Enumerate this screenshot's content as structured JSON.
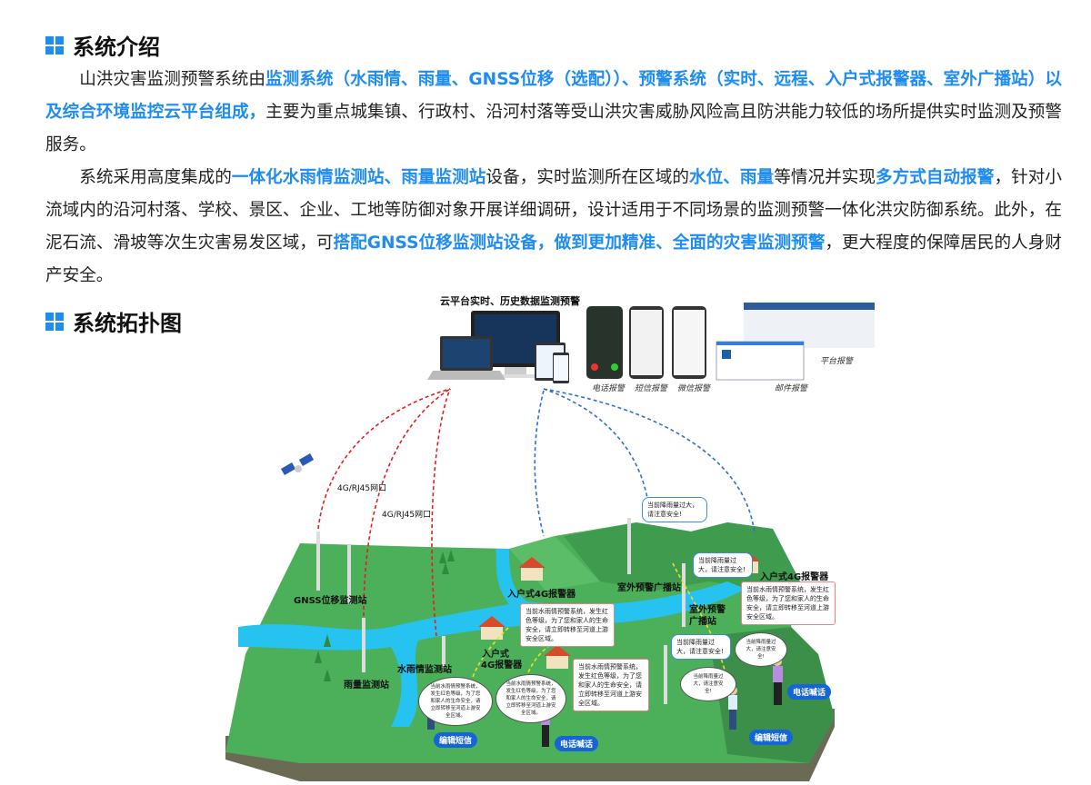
{
  "section1": {
    "title": "系统介绍",
    "icon": "grid-squares-icon"
  },
  "para1": [
    {
      "t": "山洪灾害监测预警系统由",
      "b": false
    },
    {
      "t": "监测系统（水雨情、雨量、GNSS位移（选配））、预警系统（实时、远程、入户式报警器、室外广播站）以及综合环境监控云平台组成，",
      "b": true
    },
    {
      "t": "主要为重点城集镇、行政村、沿河村落等受山洪灾害威胁风险高且防洪能力较低的场所提供实时监测及预警服务。",
      "b": false
    }
  ],
  "para2": [
    {
      "t": "系统采用高度集成的",
      "b": false
    },
    {
      "t": "一体化水雨情监测站、雨量监测站",
      "b": true
    },
    {
      "t": "设备，实时监测所在区域的",
      "b": false
    },
    {
      "t": "水位、雨量",
      "b": true
    },
    {
      "t": "等情况并实现",
      "b": false
    },
    {
      "t": "多方式自动报警",
      "b": true
    },
    {
      "t": "，针对小流域内的沿河村落、学校、景区、企业、工地等防御对象开展详细调研，设计适用于不同场景的监测预警一体化洪灾防御系统。此外，在泥石流、滑坡等次生灾害易发区域，可",
      "b": false
    },
    {
      "t": "搭配GNSS位移监测站设备，做到更加精准、全面的灾害监测预警",
      "b": true
    },
    {
      "t": "，更大程度的保障居民的人身财产安全。",
      "b": false
    }
  ],
  "section2": {
    "title": "系统拓扑图",
    "icon": "grid-squares-icon"
  },
  "colors": {
    "accent": "#1e8cf0",
    "terrain": "#4caf5a",
    "river": "#27c3f0",
    "uplink": "#e02020",
    "downlink": "#2b6fe0"
  },
  "diagram": {
    "cloud_title": "云平台实时、历史数据监测预警",
    "alarm_types": {
      "phone": "电话报警",
      "sms": "短信报警",
      "wechat": "微信报警",
      "email": "邮件报警",
      "platform": "平台报警"
    },
    "link1": "4G/RJ45网口",
    "link2": "4G/RJ45网口",
    "gnss": "GNSS位移监测站",
    "rain": "雨量监测站",
    "water_rain": "水雨情监测站",
    "home_alarm": "入户式4G报警器",
    "home_alarm2": "入户式4G报警器",
    "home_alarm3a": "入户式",
    "home_alarm3b": "4G报警器",
    "outdoor": "室外预警广播站",
    "outdoor2a": "室外预警",
    "outdoor2b": "广播站",
    "short_warning": "当前降雨量过大，请注意安全!",
    "long_warning": "当前水雨情预警系统，发生红色等级，为了您和家人的生命安全，请立即转移至河道上游安全区域。",
    "sms_edit": "编辑短信",
    "phone_call": "电话喊话"
  }
}
